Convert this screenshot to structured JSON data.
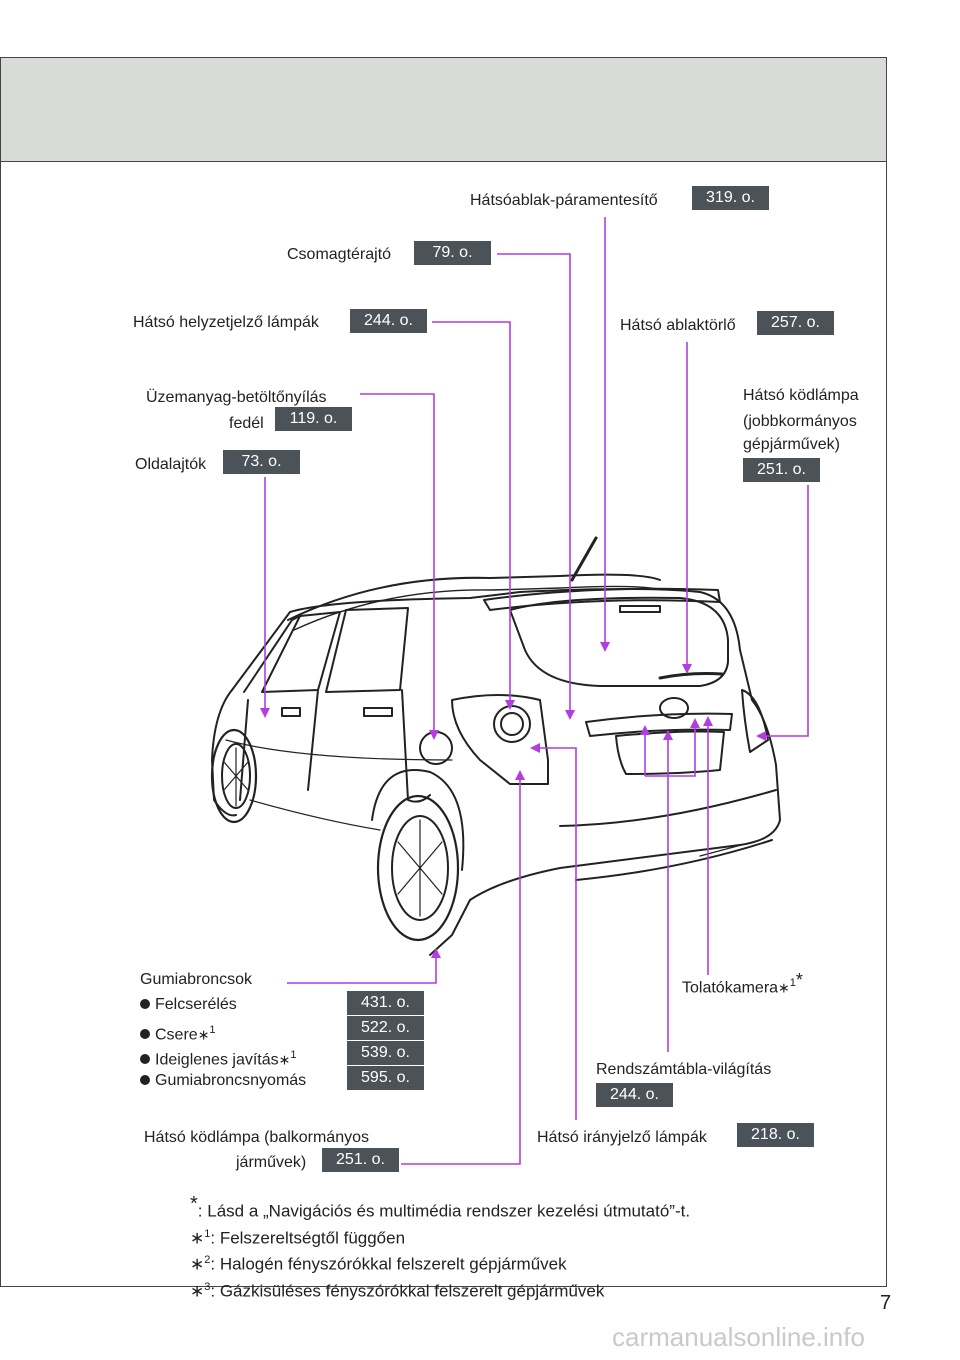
{
  "labels": {
    "defroster": "Hátsóablak-páramentesítő",
    "tailgate": "Csomagtérajtó",
    "rear_position_lamps": "Hátsó helyzetjelző lámpák",
    "rear_wiper": "Hátsó ablaktörlő",
    "fuel_door_line1": "Üzemanyag-betöltőnyílás",
    "fuel_door_line2": "fedél",
    "rear_fog_rhd_line1": "Hátsó ködlámpa",
    "rear_fog_rhd_line2": "(jobbkormányos",
    "rear_fog_rhd_line3": "gépjárművek)",
    "side_doors": "Oldalajtók",
    "tires_title": "Gumiabroncsok",
    "tires_swap": "Felcserélés",
    "tires_replace": "Csere",
    "tires_temp_repair": "Ideiglenes javítás",
    "tires_pressure": "Gumiabroncsnyomás",
    "rear_camera": "Tolatókamera",
    "plate_light": "Rendszámtábla-világítás",
    "rear_fog_lhd_line1": "Hátsó ködlámpa (balkormányos",
    "rear_fog_lhd_line2": "járművek)",
    "rear_turn": "Hátsó irányjelző lámpák"
  },
  "pages": {
    "defroster": "319. o.",
    "tailgate": "79. o.",
    "rear_position_lamps": "244. o.",
    "rear_wiper": "257. o.",
    "fuel_door": "119. o.",
    "rear_fog_rhd": "251. o.",
    "side_doors": "73. o.",
    "tires_swap": "431. o.",
    "tires_replace": "522. o.",
    "tires_temp_repair": "539. o.",
    "tires_pressure": "595. o.",
    "plate_light": "244. o.",
    "rear_fog_lhd": "251. o.",
    "rear_turn": "218. o."
  },
  "marks": {
    "star": "*",
    "asterisk": "∗",
    "sup1": "1"
  },
  "notes": {
    "n0_mark": "*",
    "n0": ": Lásd a „Navigációs és multimédia rendszer kezelési útmutató”-t.",
    "n1_mark": "∗",
    "n1_sup": "1",
    "n1": ": Felszereltségtől függően",
    "n2_mark": "∗",
    "n2_sup": "2",
    "n2": ": Halogén fényszórókkal felszerelt gépjárművek",
    "n3_mark": "∗",
    "n3_sup": "3",
    "n3": ": Gázkisüléses fényszórókkal felszerelt gépjárművek"
  },
  "page_number": "7",
  "watermark": "carmanualsonline.info",
  "colors": {
    "leader": "#b23de0",
    "page_badge": "#4b5258",
    "header_band": "#d8dcd8"
  }
}
